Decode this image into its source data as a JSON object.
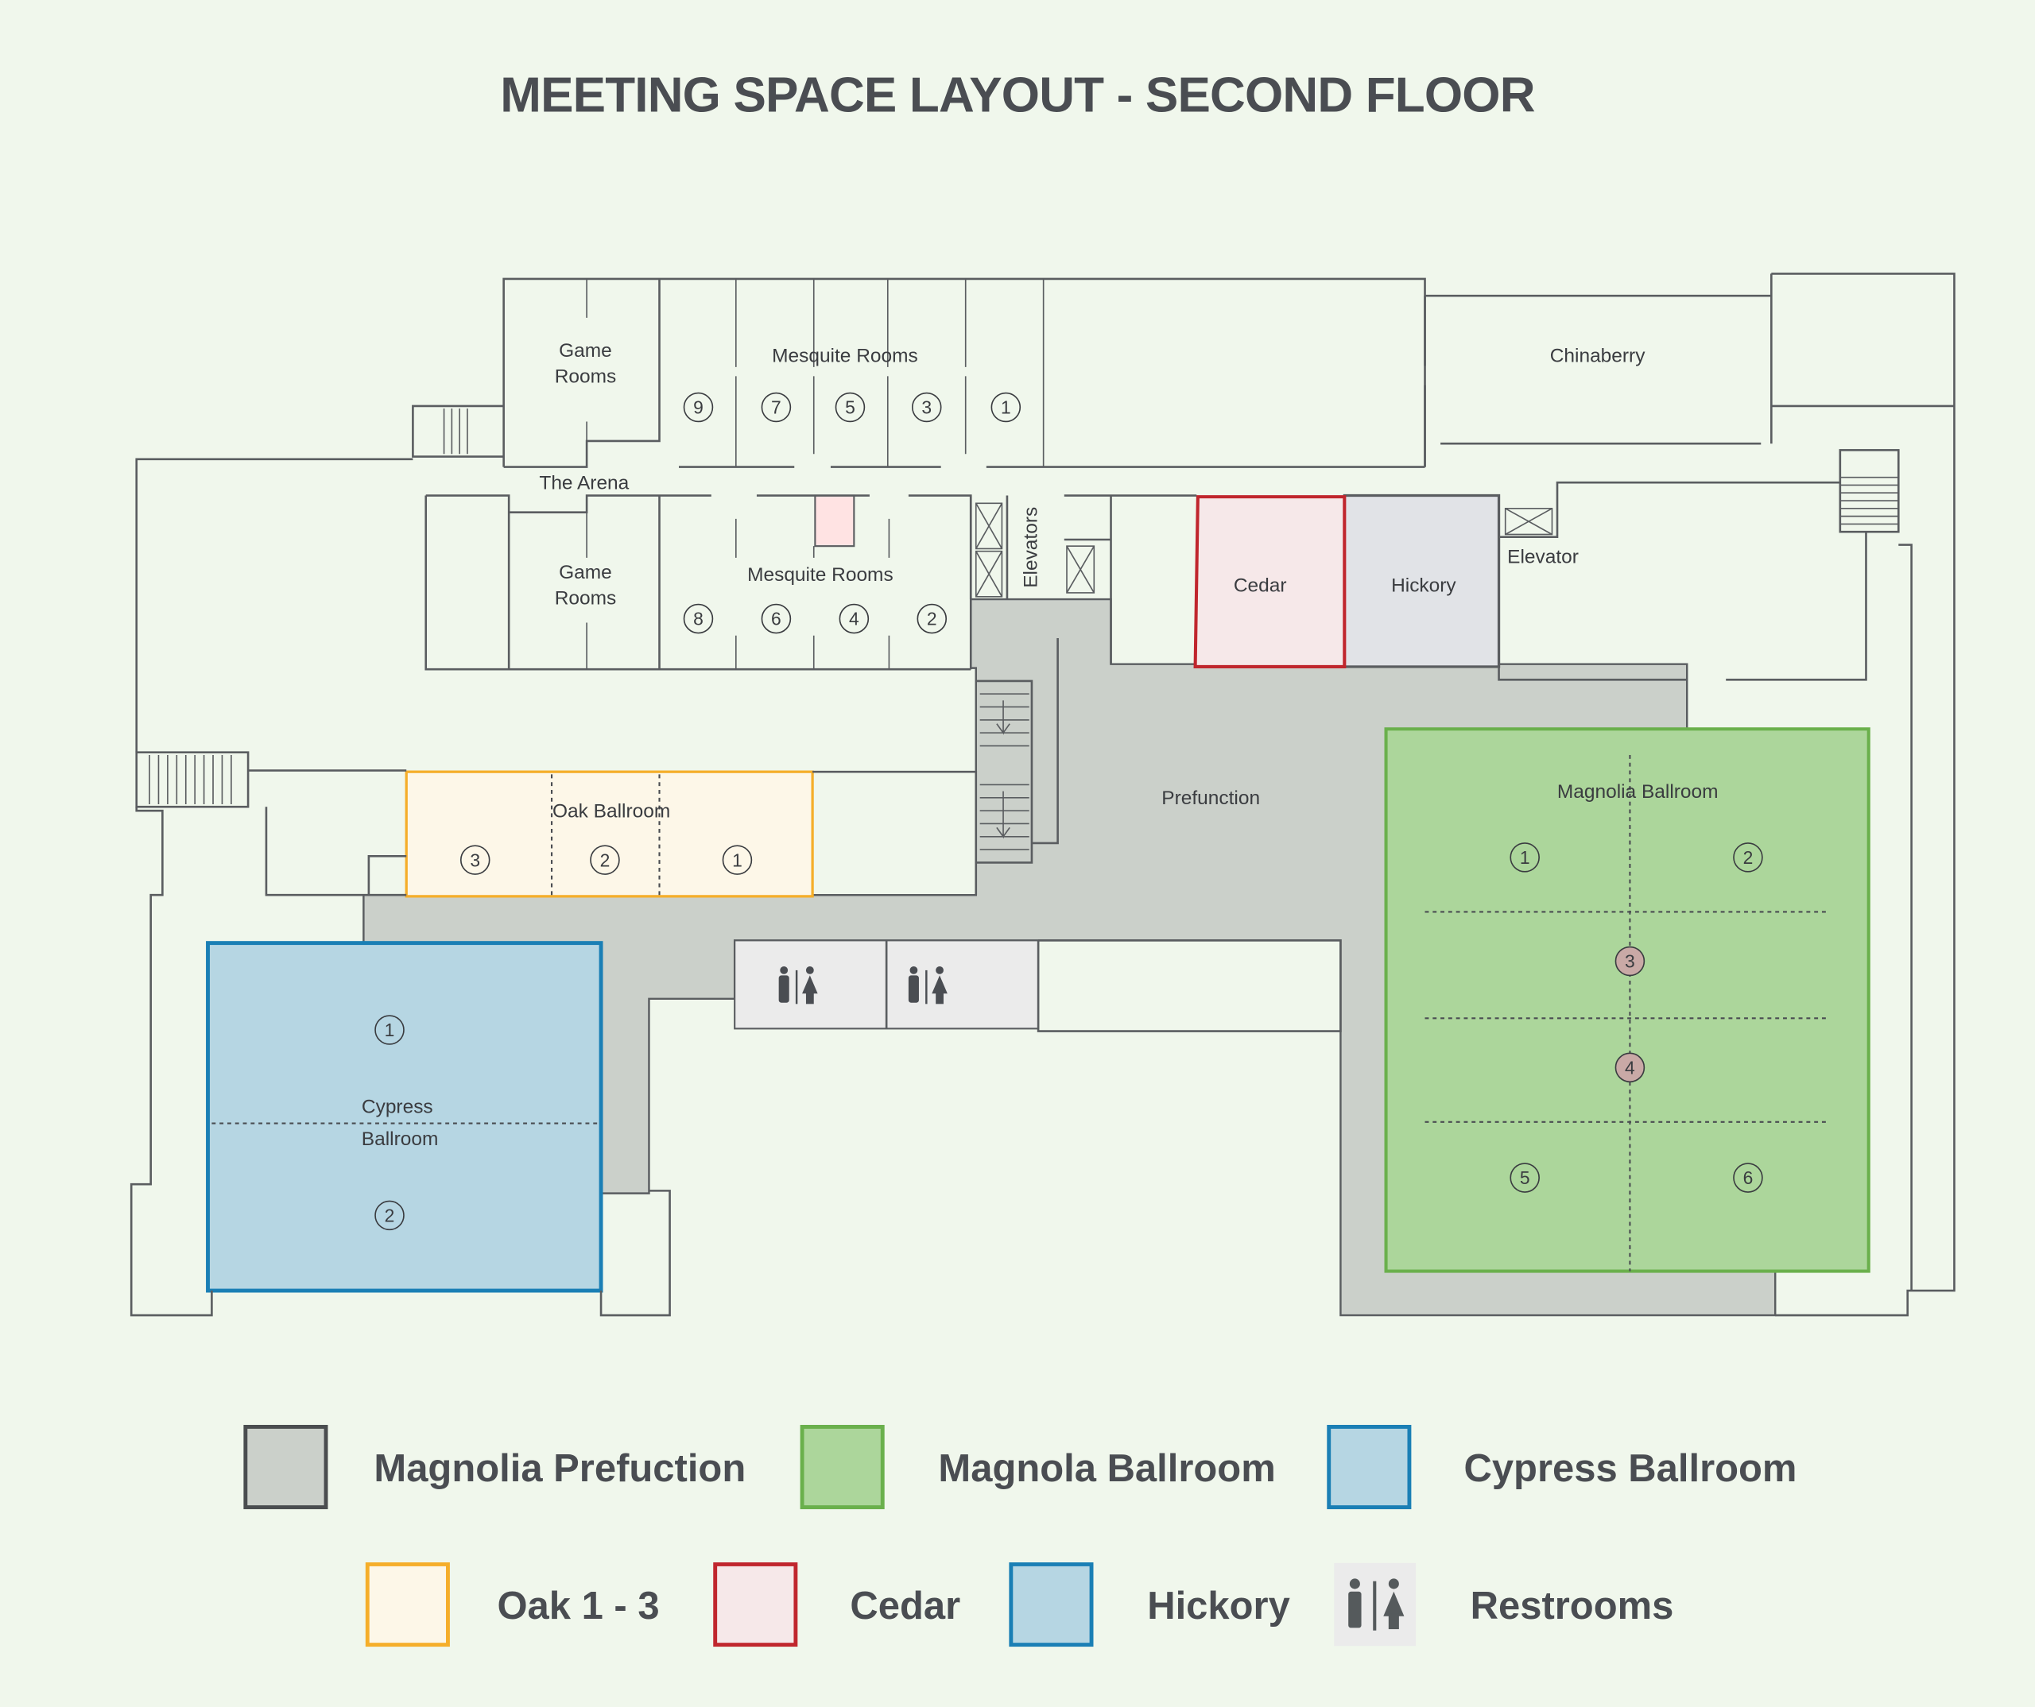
{
  "title": "MEETING SPACE LAYOUT - SECOND FLOOR",
  "rooms": {
    "game_rooms_top": [
      "Game",
      "Rooms"
    ],
    "game_rooms_bottom": [
      "Game",
      "Rooms"
    ],
    "mesquite_top": "Mesquite Rooms",
    "mesquite_bottom": "Mesquite Rooms",
    "mesquite_top_numbers": [
      "9",
      "7",
      "5",
      "3",
      "1"
    ],
    "mesquite_bottom_numbers": [
      "8",
      "6",
      "4",
      "2"
    ],
    "the_arena": "The Arena",
    "elevators": "Elevators",
    "elevator": "Elevator",
    "chinaberry": "Chinaberry",
    "cedar": "Cedar",
    "hickory": "Hickory",
    "prefunction": "Prefunction",
    "oak": "Oak Ballroom",
    "oak_numbers": [
      "3",
      "2",
      "1"
    ],
    "magnolia": "Magnolia Ballroom",
    "magnolia_numbers": [
      "1",
      "2",
      "3",
      "4",
      "5",
      "6"
    ],
    "cypress": [
      "Cypress",
      "Ballroom"
    ],
    "cypress_numbers": [
      "1",
      "2"
    ]
  },
  "colors": {
    "prefunction_fill": "#cbd0ca",
    "prefunction_stroke": "#4a4d4f",
    "magnolia_fill": "#acd69b",
    "magnolia_stroke": "#6ab04c",
    "cypress_fill": "#b6d6e3",
    "cypress_stroke": "#1a7fb5",
    "oak_fill": "#fdf7e8",
    "oak_stroke": "#f5ae2a",
    "cedar_fill": "#f6e8e9",
    "cedar_stroke": "#c0262d",
    "hickory_fill": "#e1e3e7",
    "restroom_fill": "#ebebeb",
    "highlight_number_fill": "#c9a9a6"
  },
  "legend": [
    {
      "label": "Magnolia Prefuction",
      "icon": "swatch"
    },
    {
      "label": "Magnola Ballroom",
      "icon": "swatch"
    },
    {
      "label": "Cypress Ballroom",
      "icon": "swatch"
    },
    {
      "label": "Oak 1 - 3",
      "icon": "swatch"
    },
    {
      "label": "Cedar",
      "icon": "swatch"
    },
    {
      "label": "Hickory",
      "icon": "swatch"
    },
    {
      "label": "Restrooms",
      "icon": "restroom-icon"
    }
  ]
}
